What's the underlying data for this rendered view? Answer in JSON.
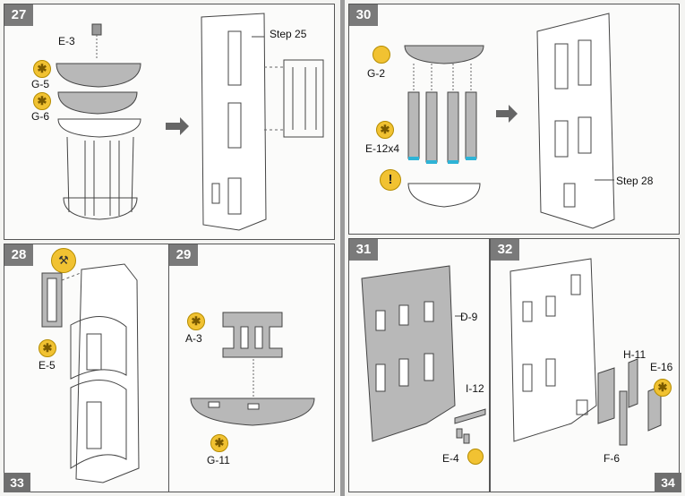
{
  "left_page": {
    "page_number": "33",
    "step27": {
      "step": "27",
      "labels": {
        "e3": "E-3",
        "g5": "G-5",
        "g6": "G-6",
        "ref": "Step 25"
      }
    },
    "step28": {
      "step": "28",
      "labels": {
        "e5": "E-5"
      }
    },
    "step29": {
      "step": "29",
      "labels": {
        "a3": "A-3",
        "g11": "G-11"
      }
    }
  },
  "right_page": {
    "page_number": "34",
    "step30": {
      "step": "30",
      "labels": {
        "g2": "G-2",
        "e12": "E-12x4",
        "ref": "Step 28"
      }
    },
    "step31": {
      "step": "31",
      "labels": {
        "d9": "D-9",
        "i12": "I-12",
        "e4": "E-4"
      }
    },
    "step32": {
      "step": "32",
      "labels": {
        "h11": "H-11",
        "e16": "E-16",
        "f6": "F-6"
      }
    }
  },
  "icons": {
    "glue": "asterisk-icon",
    "warning": "exclamation-icon",
    "tool": "hammer-icon"
  }
}
